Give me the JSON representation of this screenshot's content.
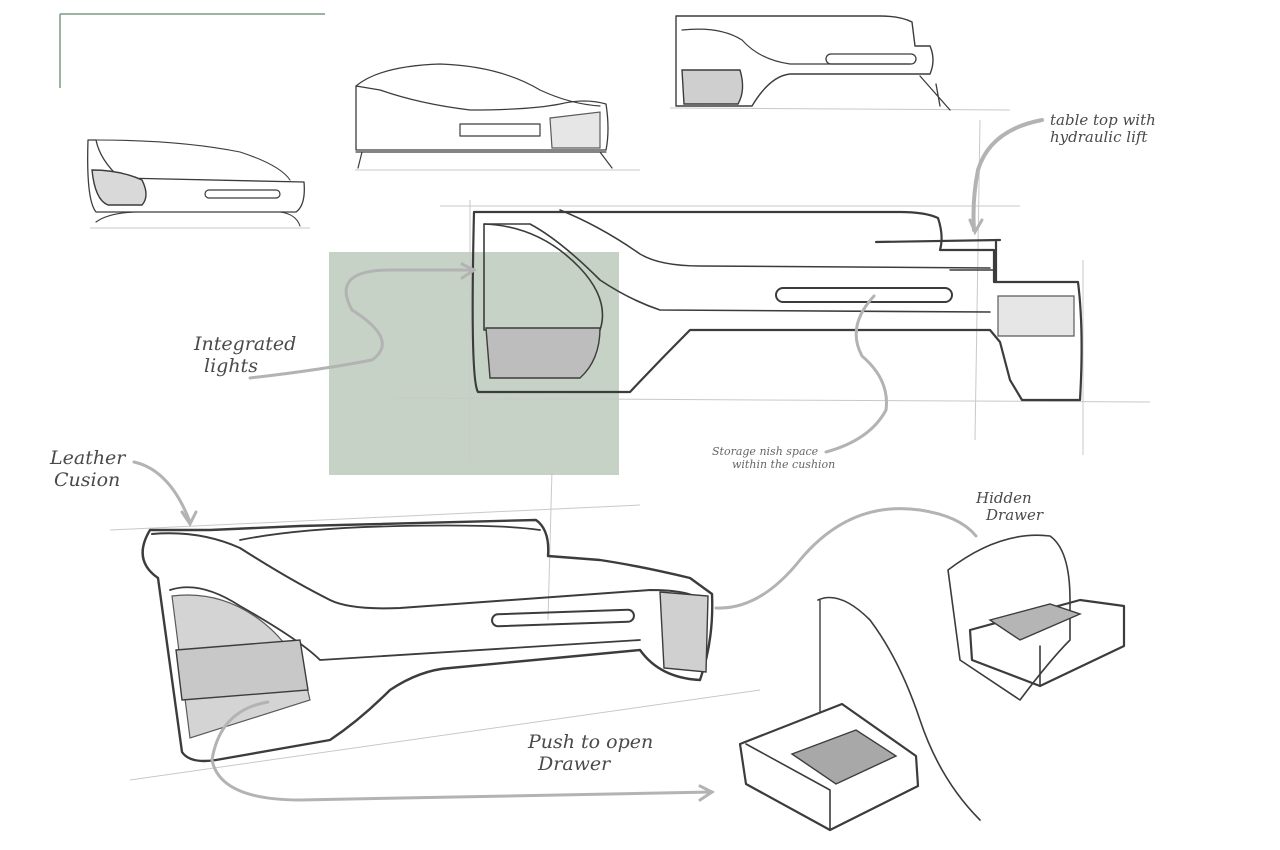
{
  "annotations": {
    "table_top": [
      "table top with",
      "hydraulic lift"
    ],
    "integrated_lights": [
      "Integrated",
      "lights"
    ],
    "storage": [
      "Storage nish space",
      "within the cushion"
    ],
    "leather_cushion": [
      "Leather",
      "Cusion"
    ],
    "hidden_drawer": [
      "Hidden",
      "Drawer"
    ],
    "push_to_open": [
      "Push to open",
      "Drawer"
    ]
  },
  "colors": {
    "accent_block": "#c5d2c5",
    "frame_line": "#7f9a7f",
    "pencil": "#3c3c3c",
    "arrow": "#b3b3b3"
  }
}
